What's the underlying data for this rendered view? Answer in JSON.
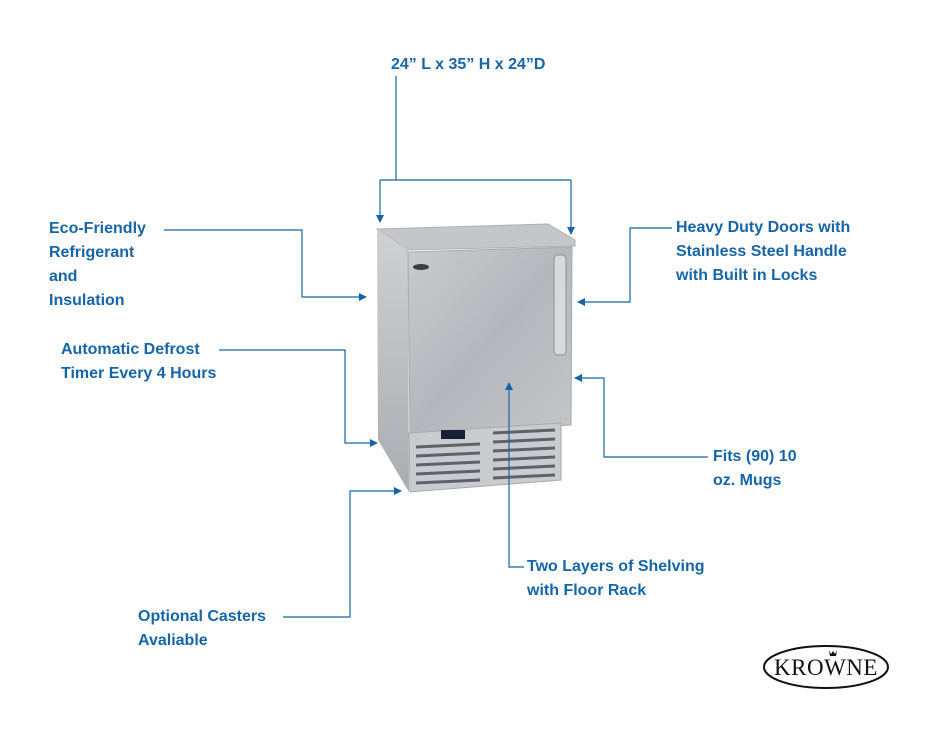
{
  "callouts": {
    "dimensions": [
      "24” L x 35” H x 24”D"
    ],
    "eco": [
      "Eco-Friendly",
      "Refrigerant",
      "and",
      "Insulation"
    ],
    "defrost": [
      "Automatic Defrost",
      "Timer Every 4 Hours"
    ],
    "casters": [
      "Optional Casters",
      "Avaliable"
    ],
    "doors": [
      "Heavy Duty Doors with",
      "Stainless Steel Handle",
      "with Built in Locks"
    ],
    "mugs": [
      "Fits (90) 10",
      "oz. Mugs"
    ],
    "shelving": [
      "Two Layers of Shelving",
      "with Floor Rack"
    ]
  },
  "logo": {
    "text": "KROWNE"
  },
  "colors": {
    "accent": "#1665a8",
    "steel": "#b9bcc0"
  }
}
